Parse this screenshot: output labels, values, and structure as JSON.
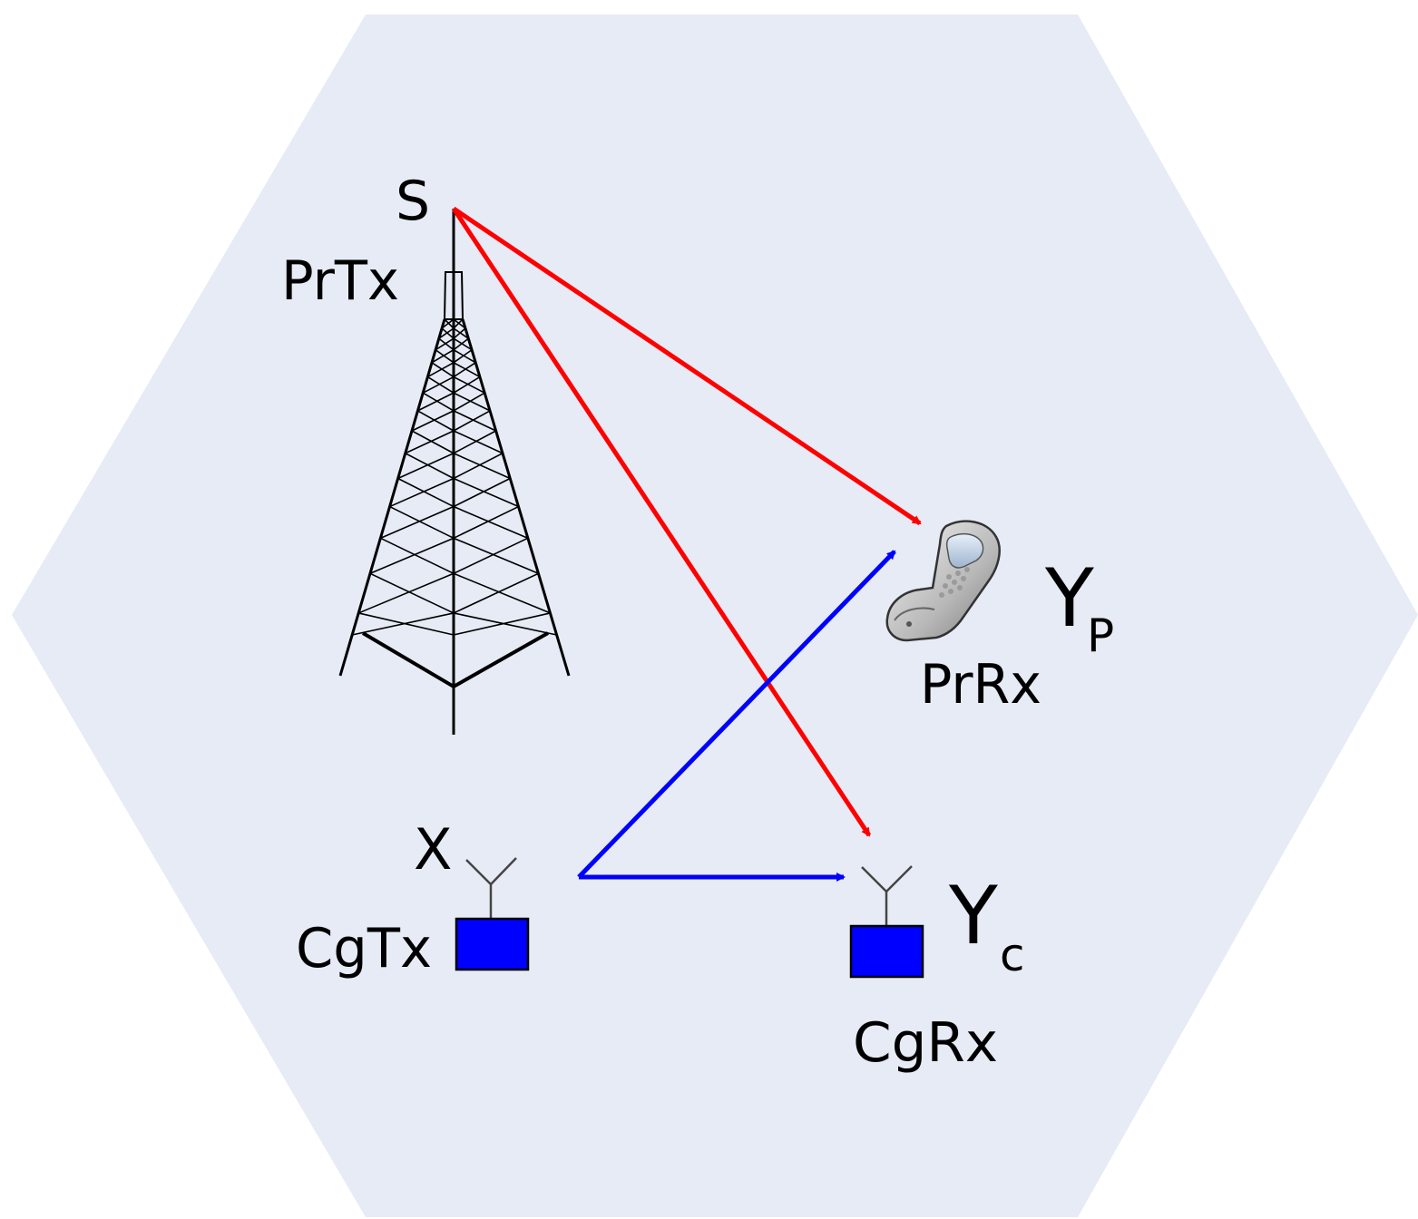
{
  "colors": {
    "cell_fill": "#e6ebf6",
    "primary_link": "#ff0000",
    "cognitive_link": "#0000ff",
    "device_box": "#0000ff",
    "tower_stroke": "#000000"
  },
  "icons": {
    "tower": "transmission-tower-icon",
    "phone": "mobile-phone-icon",
    "cg_tx": "radio-antenna-box-icon",
    "cg_rx": "radio-antenna-box-icon"
  },
  "labels": {
    "source_symbol": "S",
    "primary_tx": "PrTx",
    "primary_rx": "PrRx",
    "primary_rx_signal_main": "Y",
    "primary_rx_signal_sub": "P",
    "cognitive_tx_symbol": "X",
    "cognitive_tx": "CgTx",
    "cognitive_rx": "CgRx",
    "cognitive_rx_signal_main": "Y",
    "cognitive_rx_signal_sub": "c"
  }
}
